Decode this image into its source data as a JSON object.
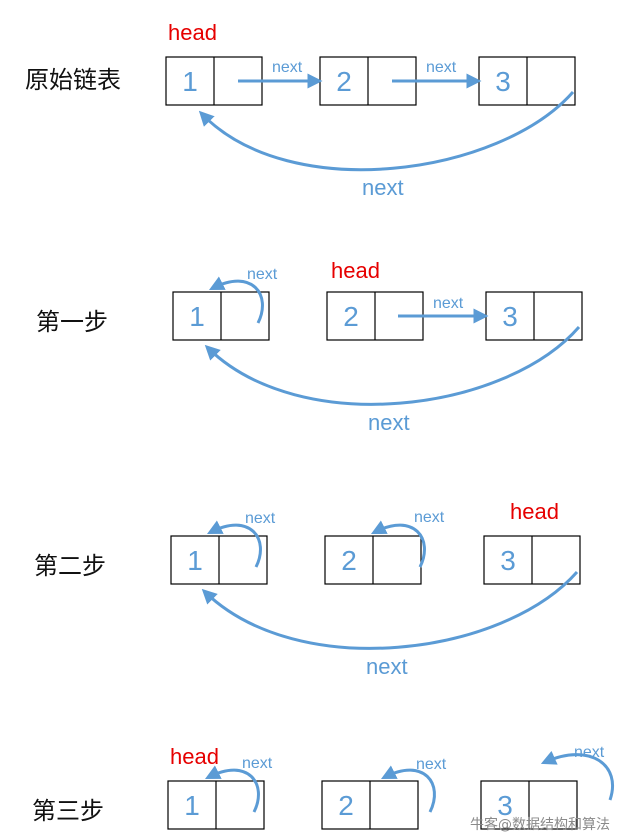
{
  "colors": {
    "arrow": "#5b9bd5",
    "head": "#e60000",
    "text": "#111111",
    "box_border": "#000000"
  },
  "labels": {
    "head": "head",
    "next": "next"
  },
  "rows": [
    {
      "title": "原始链表",
      "nodes": [
        "1",
        "2",
        "3"
      ]
    },
    {
      "title": "第一步",
      "nodes": [
        "1",
        "2",
        "3"
      ]
    },
    {
      "title": "第二步",
      "nodes": [
        "1",
        "2",
        "3"
      ]
    },
    {
      "title": "第三步",
      "nodes": [
        "1",
        "2",
        "3"
      ]
    }
  ],
  "watermark": "牛客@数据结构和算法"
}
